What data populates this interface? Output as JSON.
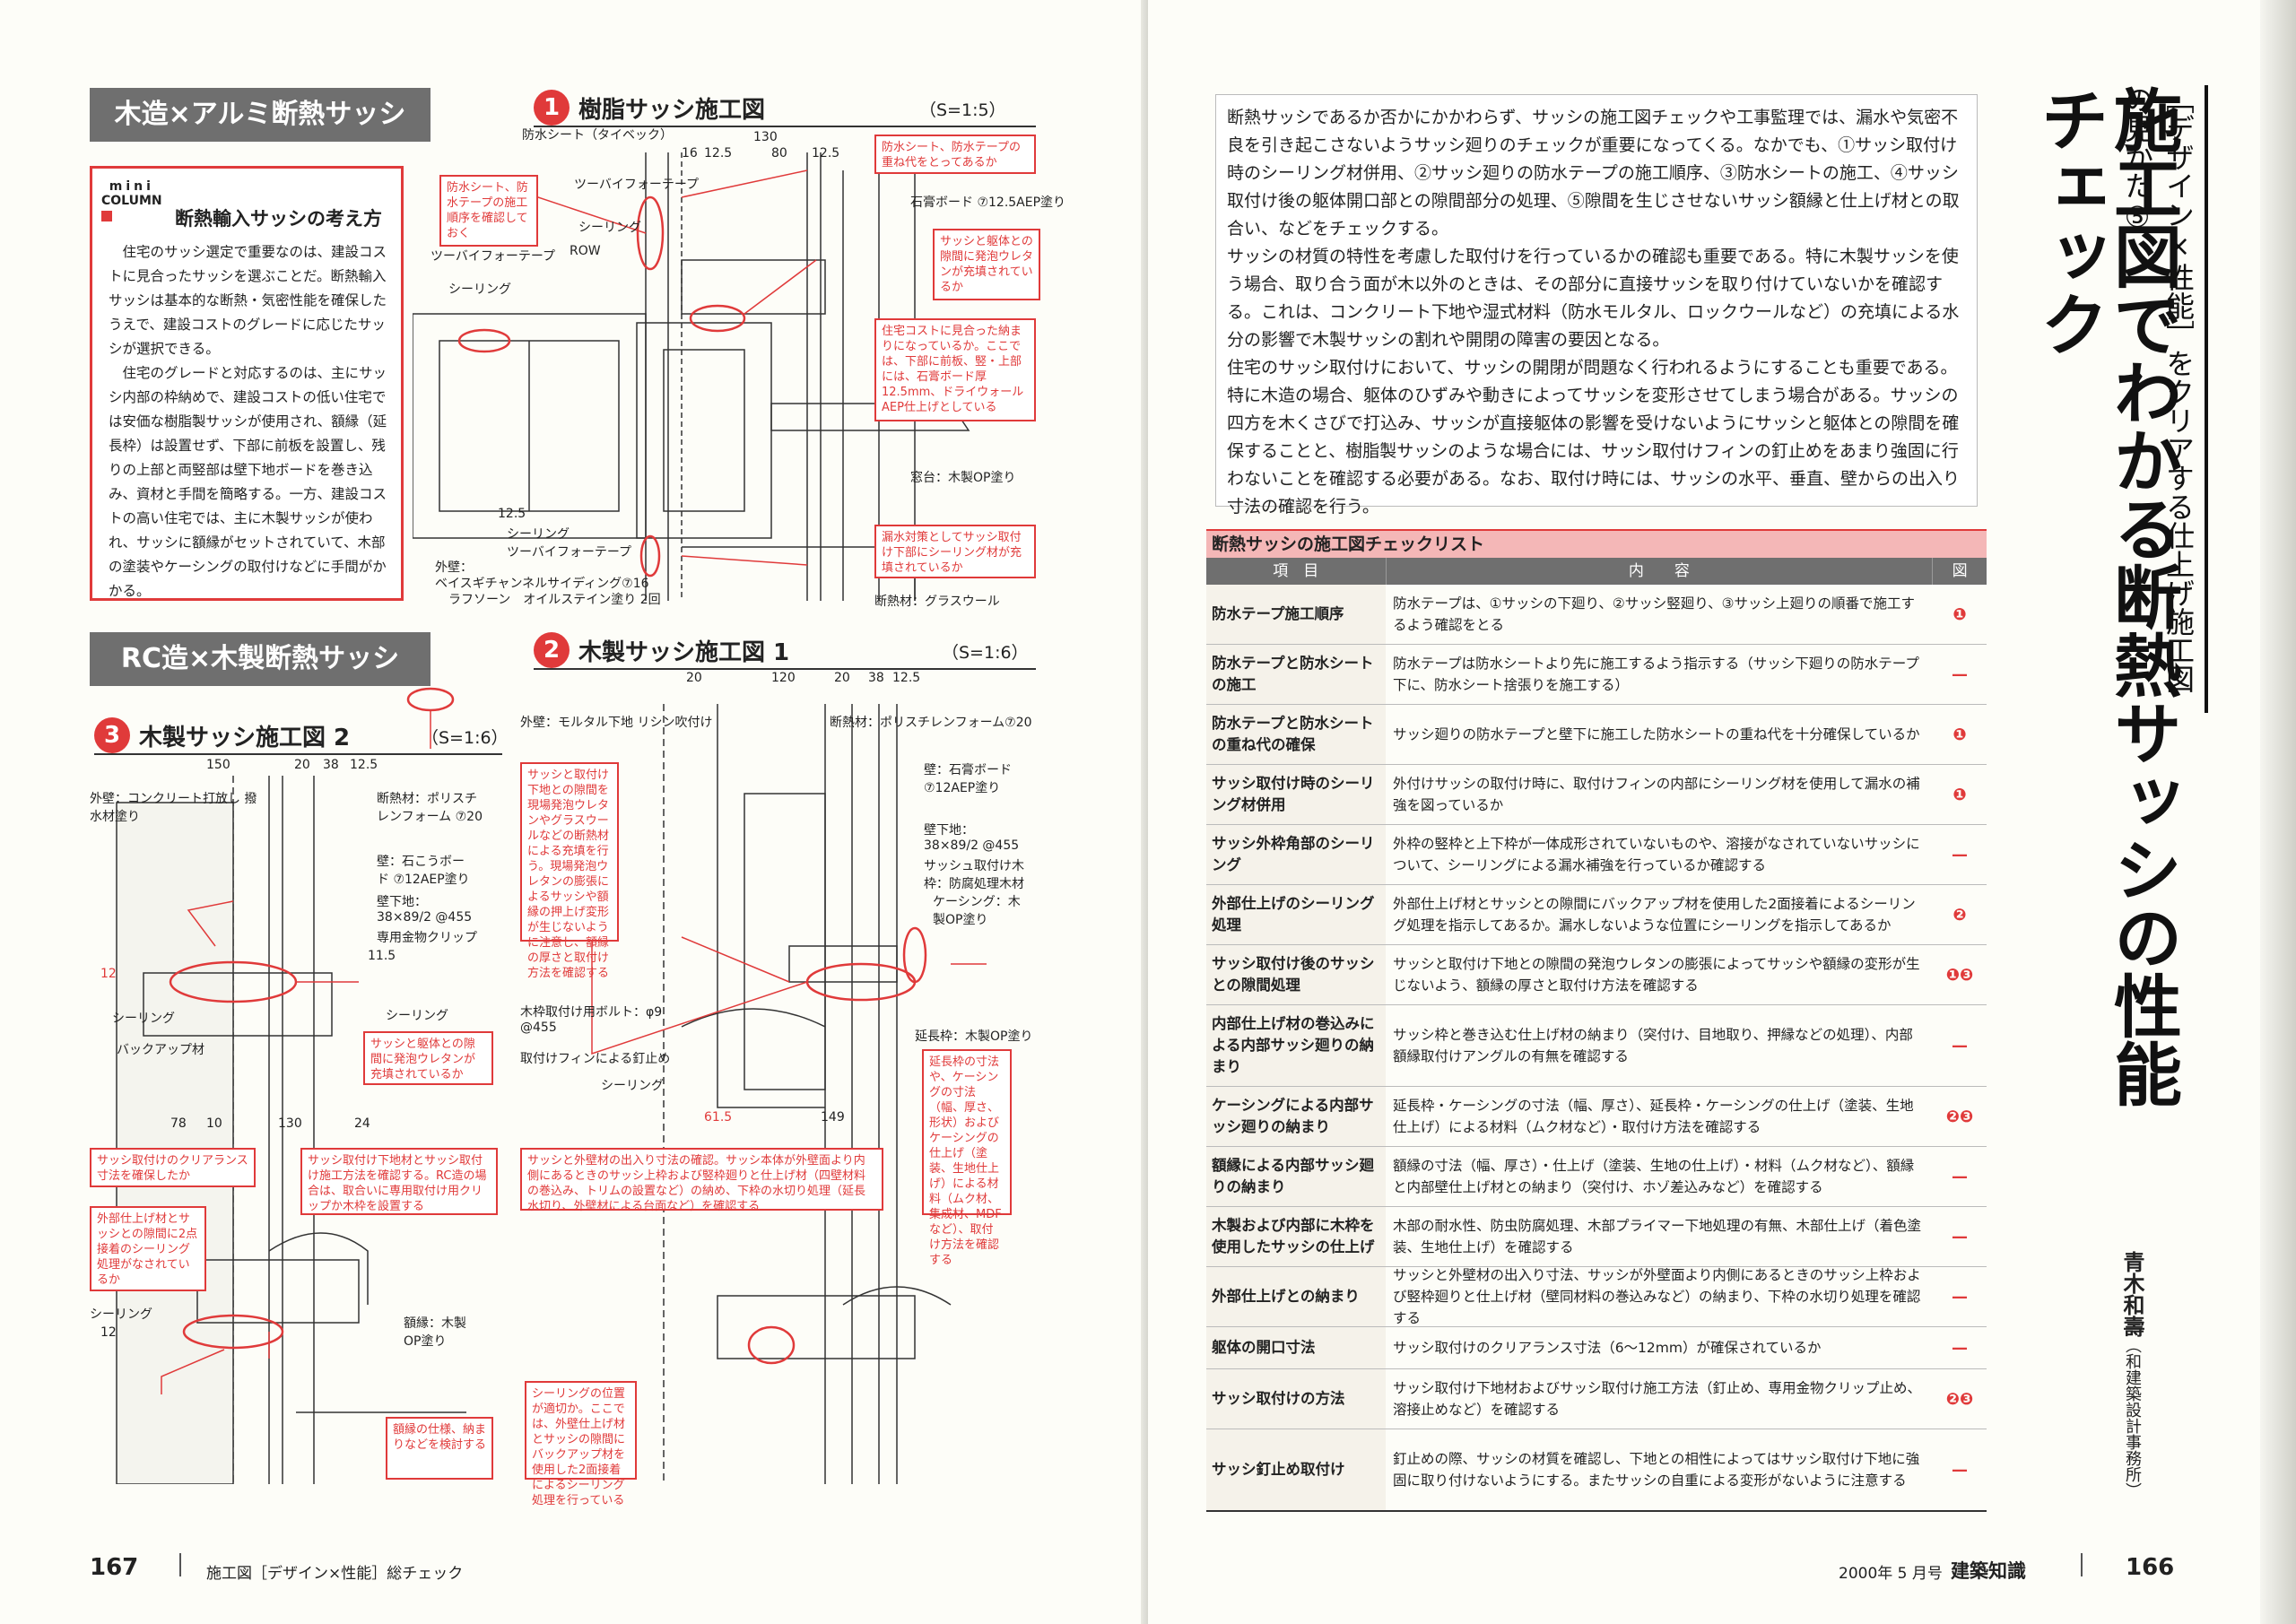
{
  "left": {
    "section1": "木造×アルミ断熱サッシ",
    "section2": "RC造×木製断熱サッシ",
    "mini": {
      "tag_top": "mini",
      "tag_bottom": "COLUMN",
      "title": "断熱輸入サッシの考え方",
      "p1": "住宅のサッシ選定で重要なのは、建設コストに見合ったサッシを選ぶことだ。断熱輸入サッシは基本的な断熱・気密性能を確保したうえで、建設コストのグレードに応じたサッシが選択できる。",
      "p2": "住宅のグレードと対応するのは、主にサッシ内部の枠納めで、建設コストの低い住宅では安価な樹脂製サッシが使用され、額縁（延長枠）は設置せず、下部に前板を設置し、残りの上部と両竪部は壁下地ボードを巻き込み、資材と手間を簡略する。一方、建設コストの高い住宅では、主に木製サッシが使われ、サッシに額縁がセットされていて、木部の塗装やケーシングの取付けなどに手間がかかる。"
    },
    "fig1": {
      "num": "1",
      "title": "樹脂サッシ施工図",
      "scale": "（S=1:5）",
      "labels": [
        "防水シート（タイベック）",
        "130",
        "16",
        "12.5",
        "80",
        "12.5",
        "ツーバイフォーテープ",
        "シーリング",
        "ツーバイフォーテープ",
        "シーリング",
        "ROW",
        "石膏ボード ⑦12.5AEP塗り",
        "窓台：木製OP塗り",
        "12.5",
        "シーリング",
        "ツーバイフォーテープ",
        "外壁：",
        "ベイスギチャンネルサイディング⑦16",
        "ラフソーン　オイルステイン塗り 2回",
        "断熱材：グラスウール"
      ],
      "notes": [
        "防水シート、防水テープの施工順序を確認しておく",
        "防水シート、防水テープの重ね代をとってあるか",
        "サッシと躯体との隙間に発泡ウレタンが充填されているか",
        "住宅コストに見合った納まりになっているか。ここでは、下部に前板、竪・上部には、石膏ボード厚12.5mm、ドライウォールAEP仕上げとしている",
        "漏水対策としてサッシ取付け下部にシーリング材が充填されているか"
      ]
    },
    "fig2": {
      "num": "2",
      "title": "木製サッシ施工図 1",
      "scale": "（S=1:6）",
      "labels": [
        "20",
        "120",
        "20",
        "38",
        "12.5",
        "外壁：モルタル下地 リシン吹付け",
        "断熱材：ポリスチレンフォーム⑦20",
        "壁：石膏ボード ⑦12AEP塗り",
        "壁下地：38×89/2 @455",
        "サッシュ取付け木枠：防腐処理木材",
        "ケーシング：木製OP塗り",
        "木枠取付け用ボルト：φ9 @455",
        "取付けフィンによる釘止め",
        "シーリング",
        "延長枠：木製OP塗り",
        "61.5",
        "149"
      ],
      "notes": [
        "サッシと取付け下地との隙間を現場発泡ウレタンやグラスウールなどの断熱材による充填を行う。現場発泡ウレタンの膨張によるサッシや額縁の押上げ変形が生じないように注意し、額縁の厚さと取付け方法を確認する",
        "サッシと外壁材の出入り寸法の確認。サッシ本体が外壁面より内側にあるときのサッシ上枠および竪枠廻りと仕上げ材（四壁材料の巻込み、トリムの設置など）の納め、下枠の水切り処理（延長水切り、外壁材による台面など）を確認する",
        "延長枠の寸法や、ケーシングの寸法（幅、厚さ、形状）およびケーシングの仕上げ（塗装、生地仕上げ）による材料（ムク材、集成材、MDFなど）、取付け方法を確認する",
        "シーリングの位置が適切か。ここでは、外壁仕上げ材とサッシの隙間にバックアップ材を使用した2面接着によるシーリング処理を行っている"
      ]
    },
    "fig3": {
      "num": "3",
      "title": "木製サッシ施工図 2",
      "scale": "（S=1:6）",
      "labels": [
        "150",
        "20",
        "38",
        "12.5",
        "外壁：コンクリート打放し 撥水材塗り",
        "断熱材：ポリスチレンフォーム ⑦20",
        "壁：石こうボード ⑦12AEP塗り",
        "壁下地：38×89/2 @455",
        "専用金物クリップ",
        "11.5",
        "12",
        "シーリング",
        "シーリング",
        "バックアップ材",
        "78",
        "10",
        "130",
        "24",
        "シーリング",
        "額縁：木製OP塗り",
        "12"
      ],
      "notes": [
        "サッシと躯体との隙間に発泡ウレタンが充填されているか",
        "サッシ取付けのクリアランス寸法を確保したか",
        "サッシ取付け下地材とサッシ取付け施工方法を確認する。RC造の場合は、取合いに専用取付け用クリップか木枠を設置する",
        "外部仕上げ材とサッシとの隙間に2点接着のシーリング処理がなされているか",
        "額縁の仕様、納まりなどを検討する"
      ]
    },
    "footer_num": "167",
    "footer_text": "施工図［デザイン×性能］総チェック"
  },
  "right": {
    "series": "［デザイン×性能］をクリアする仕上げ施工図の見かた⑤",
    "main_title": "施工図でわかる断熱サッシの性能チェック",
    "intro": [
      "断熱サッシであるか否かにかかわらず、サッシの施工図チェックや工事監理では、漏水や気密不良を引き起こさないようサッシ廻りのチェックが重要になってくる。なかでも、①サッシ取付け時のシーリング材併用、②サッシ廻りの防水テープの施工順序、③防水シートの施工、④サッシ取付け後の躯体開口部との隙間部分の処理、⑤隙間を生じさせないサッシ額縁と仕上げ材との取合い、などをチェックする。",
      "サッシの材質の特性を考慮した取付けを行っているかの確認も重要である。特に木製サッシを使う場合、取り合う面が木以外のときは、その部分に直接サッシを取り付けていないかを確認する。これは、コンクリート下地や湿式材料（防水モルタル、ロックウールなど）の充填による水分の影響で木製サッシの割れや開閉の障害の要因となる。",
      "住宅のサッシ取付けにおいて、サッシの開閉が問題なく行われるようにすることも重要である。特に木造の場合、躯体のひずみや動きによってサッシを変形させてしまう場合がある。サッシの四方を木くさびで打込み、サッシが直接躯体の影響を受けないようにサッシと躯体との隙間を確保することと、樹脂製サッシのような場合には、サッシ取付けフィンの釘止めをあまり強固に行わないことを確認する必要がある。なお、取付け時には、サッシの水平、垂直、壁からの出入り寸法の確認を行う。"
    ],
    "checklist": {
      "title": "断熱サッシの施工図チェックリスト",
      "head": [
        "項　目",
        "内　　容",
        "図"
      ],
      "rows": [
        {
          "item": "防水テープ施工順序",
          "desc": "防水テープは、①サッシの下廻り、②サッシ竪廻り、③サッシ上廻りの順番で施工するよう確認をとる",
          "fig": "❶"
        },
        {
          "item": "防水テープと防水シートの施工",
          "desc": "防水テープは防水シートより先に施工するよう指示する（サッシ下廻りの防水テープ下に、防水シート捨張りを施工する）",
          "fig": "—"
        },
        {
          "item": "防水テープと防水シートの重ね代の確保",
          "desc": "サッシ廻りの防水テープと壁下に施工した防水シートの重ね代を十分確保しているか",
          "fig": "❶"
        },
        {
          "item": "サッシ取付け時のシーリング材併用",
          "desc": "外付けサッシの取付け時に、取付けフィンの内部にシーリング材を使用して漏水の補強を図っているか",
          "fig": "❶"
        },
        {
          "item": "サッシ外枠角部のシーリング",
          "desc": "外枠の竪枠と上下枠が一体成形されていないものや、溶接がなされていないサッシについて、シーリングによる漏水補強を行っているか確認する",
          "fig": "—"
        },
        {
          "item": "外部仕上げのシーリング処理",
          "desc": "外部仕上げ材とサッシとの隙間にバックアップ材を使用した2面接着によるシーリング処理を指示してあるか。漏水しないような位置にシーリングを指示してあるか",
          "fig": "❷"
        },
        {
          "item": "サッシ取付け後のサッシとの隙間処理",
          "desc": "サッシと取付け下地との隙間の発泡ウレタンの膨張によってサッシや額縁の変形が生じないよう、額縁の厚さと取付け方法を確認する",
          "fig": "❶❸"
        },
        {
          "item": "内部仕上げ材の巻込みによる内部サッシ廻りの納まり",
          "desc": "サッシ枠と巻き込む仕上げ材の納まり（突付け、目地取り、押縁などの処理）、内部額縁取付けアングルの有無を確認する",
          "fig": "—"
        },
        {
          "item": "ケーシングによる内部サッシ廻りの納まり",
          "desc": "延長枠・ケーシングの寸法（幅、厚さ）、延長枠・ケーシングの仕上げ（塗装、生地仕上げ）による材料（ムク材など）・取付け方法を確認する",
          "fig": "❷❸"
        },
        {
          "item": "額縁による内部サッシ廻りの納まり",
          "desc": "額縁の寸法（幅、厚さ）・仕上げ（塗装、生地の仕上げ）・材料（ムク材など）、額縁と内部壁仕上げ材との納まり（突付け、ホゾ差込みなど）を確認する",
          "fig": "—"
        },
        {
          "item": "木製および内部に木枠を使用したサッシの仕上げ",
          "desc": "木部の耐水性、防虫防腐処理、木部プライマー下地処理の有無、木部仕上げ（着色塗装、生地仕上げ）を確認する",
          "fig": "—"
        },
        {
          "item": "外部仕上げとの納まり",
          "desc": "サッシと外壁材の出入り寸法、サッシが外壁面より内側にあるときのサッシ上枠および竪枠廻りと仕上げ材（壁同材料の巻込みなど）の納まり、下枠の水切り処理を確認する",
          "fig": "—"
        },
        {
          "item": "躯体の開口寸法",
          "desc": "サッシ取付けのクリアランス寸法（6〜12mm）が確保されているか",
          "fig": "—"
        },
        {
          "item": "サッシ取付けの方法",
          "desc": "サッシ取付け下地材およびサッシ取付け施工方法（釘止め、専用金物クリップ止め、溶接止めなど）を確認する",
          "fig": "❷❸"
        },
        {
          "item": "サッシ釘止め取付け",
          "desc": "釘止めの際、サッシの材質を確認し、下地との相性によってはサッシ取付け下地に強固に取り付けないようにする。またサッシの自重による変形がないように注意する",
          "fig": "—"
        }
      ]
    },
    "author": "青木和壽",
    "author_org": "（和建築設計事務所）",
    "footer_date": "2000年 5 月号",
    "footer_mag": "建築知識",
    "footer_num": "166"
  }
}
